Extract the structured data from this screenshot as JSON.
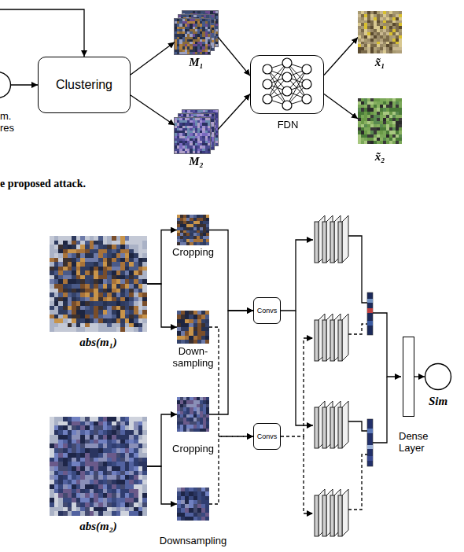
{
  "diagram": {
    "caption": "e proposed attack.",
    "nodes": [
      {
        "text": [
          "m. res"
        ]
      },
      {
        "text": [
          "Clustering"
        ]
      },
      {
        "text": [
          "M₁"
        ]
      },
      {
        "text": [
          "M₂"
        ]
      },
      {
        "text": [
          "FDN"
        ]
      },
      {
        "text": [
          "x̃₁"
        ]
      },
      {
        "text": [
          "x̃₂"
        ]
      },
      {
        "text": [
          "abs(m₁)"
        ]
      },
      {
        "text": [
          "Cropping"
        ]
      },
      {
        "text": [
          "Down- sampling"
        ]
      },
      {
        "text": [
          "abs(m₂)"
        ]
      },
      {
        "text": [
          "Cropping"
        ]
      },
      {
        "text": [
          "Downsampling"
        ]
      },
      {
        "text": [
          "Convs"
        ]
      },
      {
        "text": [
          "Convs"
        ]
      },
      {
        "text": [
          "Dense Layer"
        ]
      },
      {
        "text": [
          "Sim"
        ]
      }
    ],
    "edges": [
      {
        "from": 0,
        "to": 1,
        "arrow": "to"
      },
      {
        "from": 1,
        "to": 2,
        "arrow": "to"
      },
      {
        "from": 1,
        "to": 3,
        "arrow": "to"
      },
      {
        "from": 2,
        "to": 4,
        "arrow": "to"
      },
      {
        "from": 3,
        "to": 4,
        "arrow": "to"
      },
      {
        "from": 4,
        "to": 5,
        "arrow": "to"
      },
      {
        "from": 4,
        "to": 6,
        "arrow": "to"
      },
      {
        "from": 7,
        "to": 8,
        "arrow": "to"
      },
      {
        "from": 7,
        "to": 9,
        "arrow": "to"
      },
      {
        "from": 8,
        "to": 13,
        "arrow": "to"
      },
      {
        "from": 9,
        "to": 14,
        "arrow": "to"
      },
      {
        "from": 10,
        "to": 11,
        "arrow": "to"
      },
      {
        "from": 10,
        "to": 12,
        "arrow": "to"
      },
      {
        "from": 11,
        "to": 13,
        "arrow": "to"
      },
      {
        "from": 12,
        "to": 14,
        "arrow": "to"
      },
      {
        "from": 15,
        "to": 16,
        "arrow": "to"
      }
    ]
  }
}
